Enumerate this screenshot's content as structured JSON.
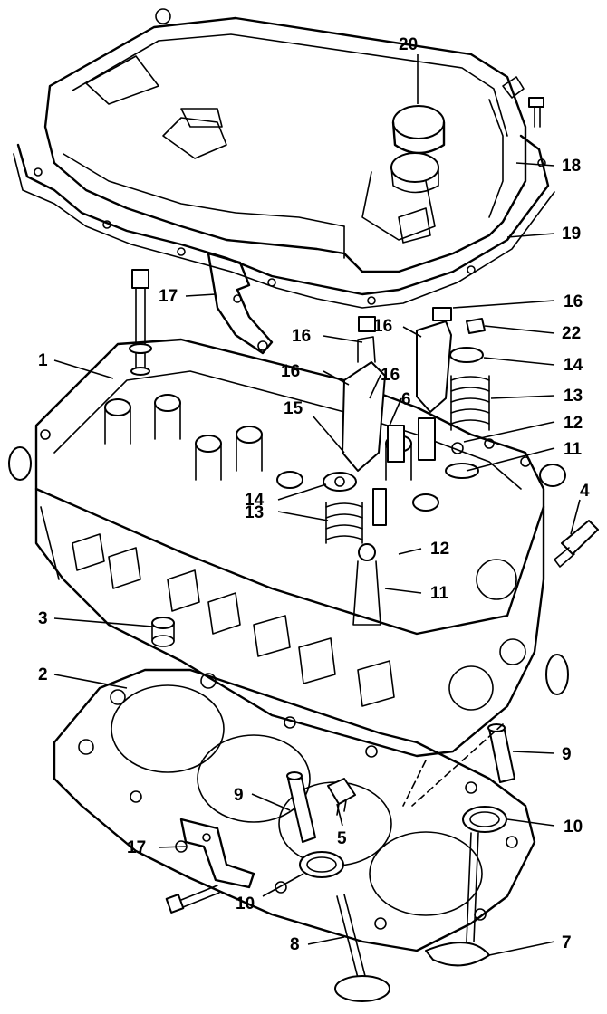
{
  "callouts": {
    "c1": "1",
    "c2": "2",
    "c3": "3",
    "c4": "4",
    "c5": "5",
    "c6": "6",
    "c7": "7",
    "c8": "8",
    "c9a": "9",
    "c9b": "9",
    "c10a": "10",
    "c10b": "10",
    "c11a": "11",
    "c11b": "11",
    "c12a": "12",
    "c12b": "12",
    "c13a": "13",
    "c13b": "13",
    "c14a": "14",
    "c14b": "14",
    "c15": "15",
    "c16a": "16",
    "c16b": "16",
    "c16c": "16",
    "c16d": "16",
    "c16e": "16",
    "c17a": "17",
    "c17b": "17",
    "c18": "18",
    "c19": "19",
    "c20": "20",
    "c22": "22"
  }
}
